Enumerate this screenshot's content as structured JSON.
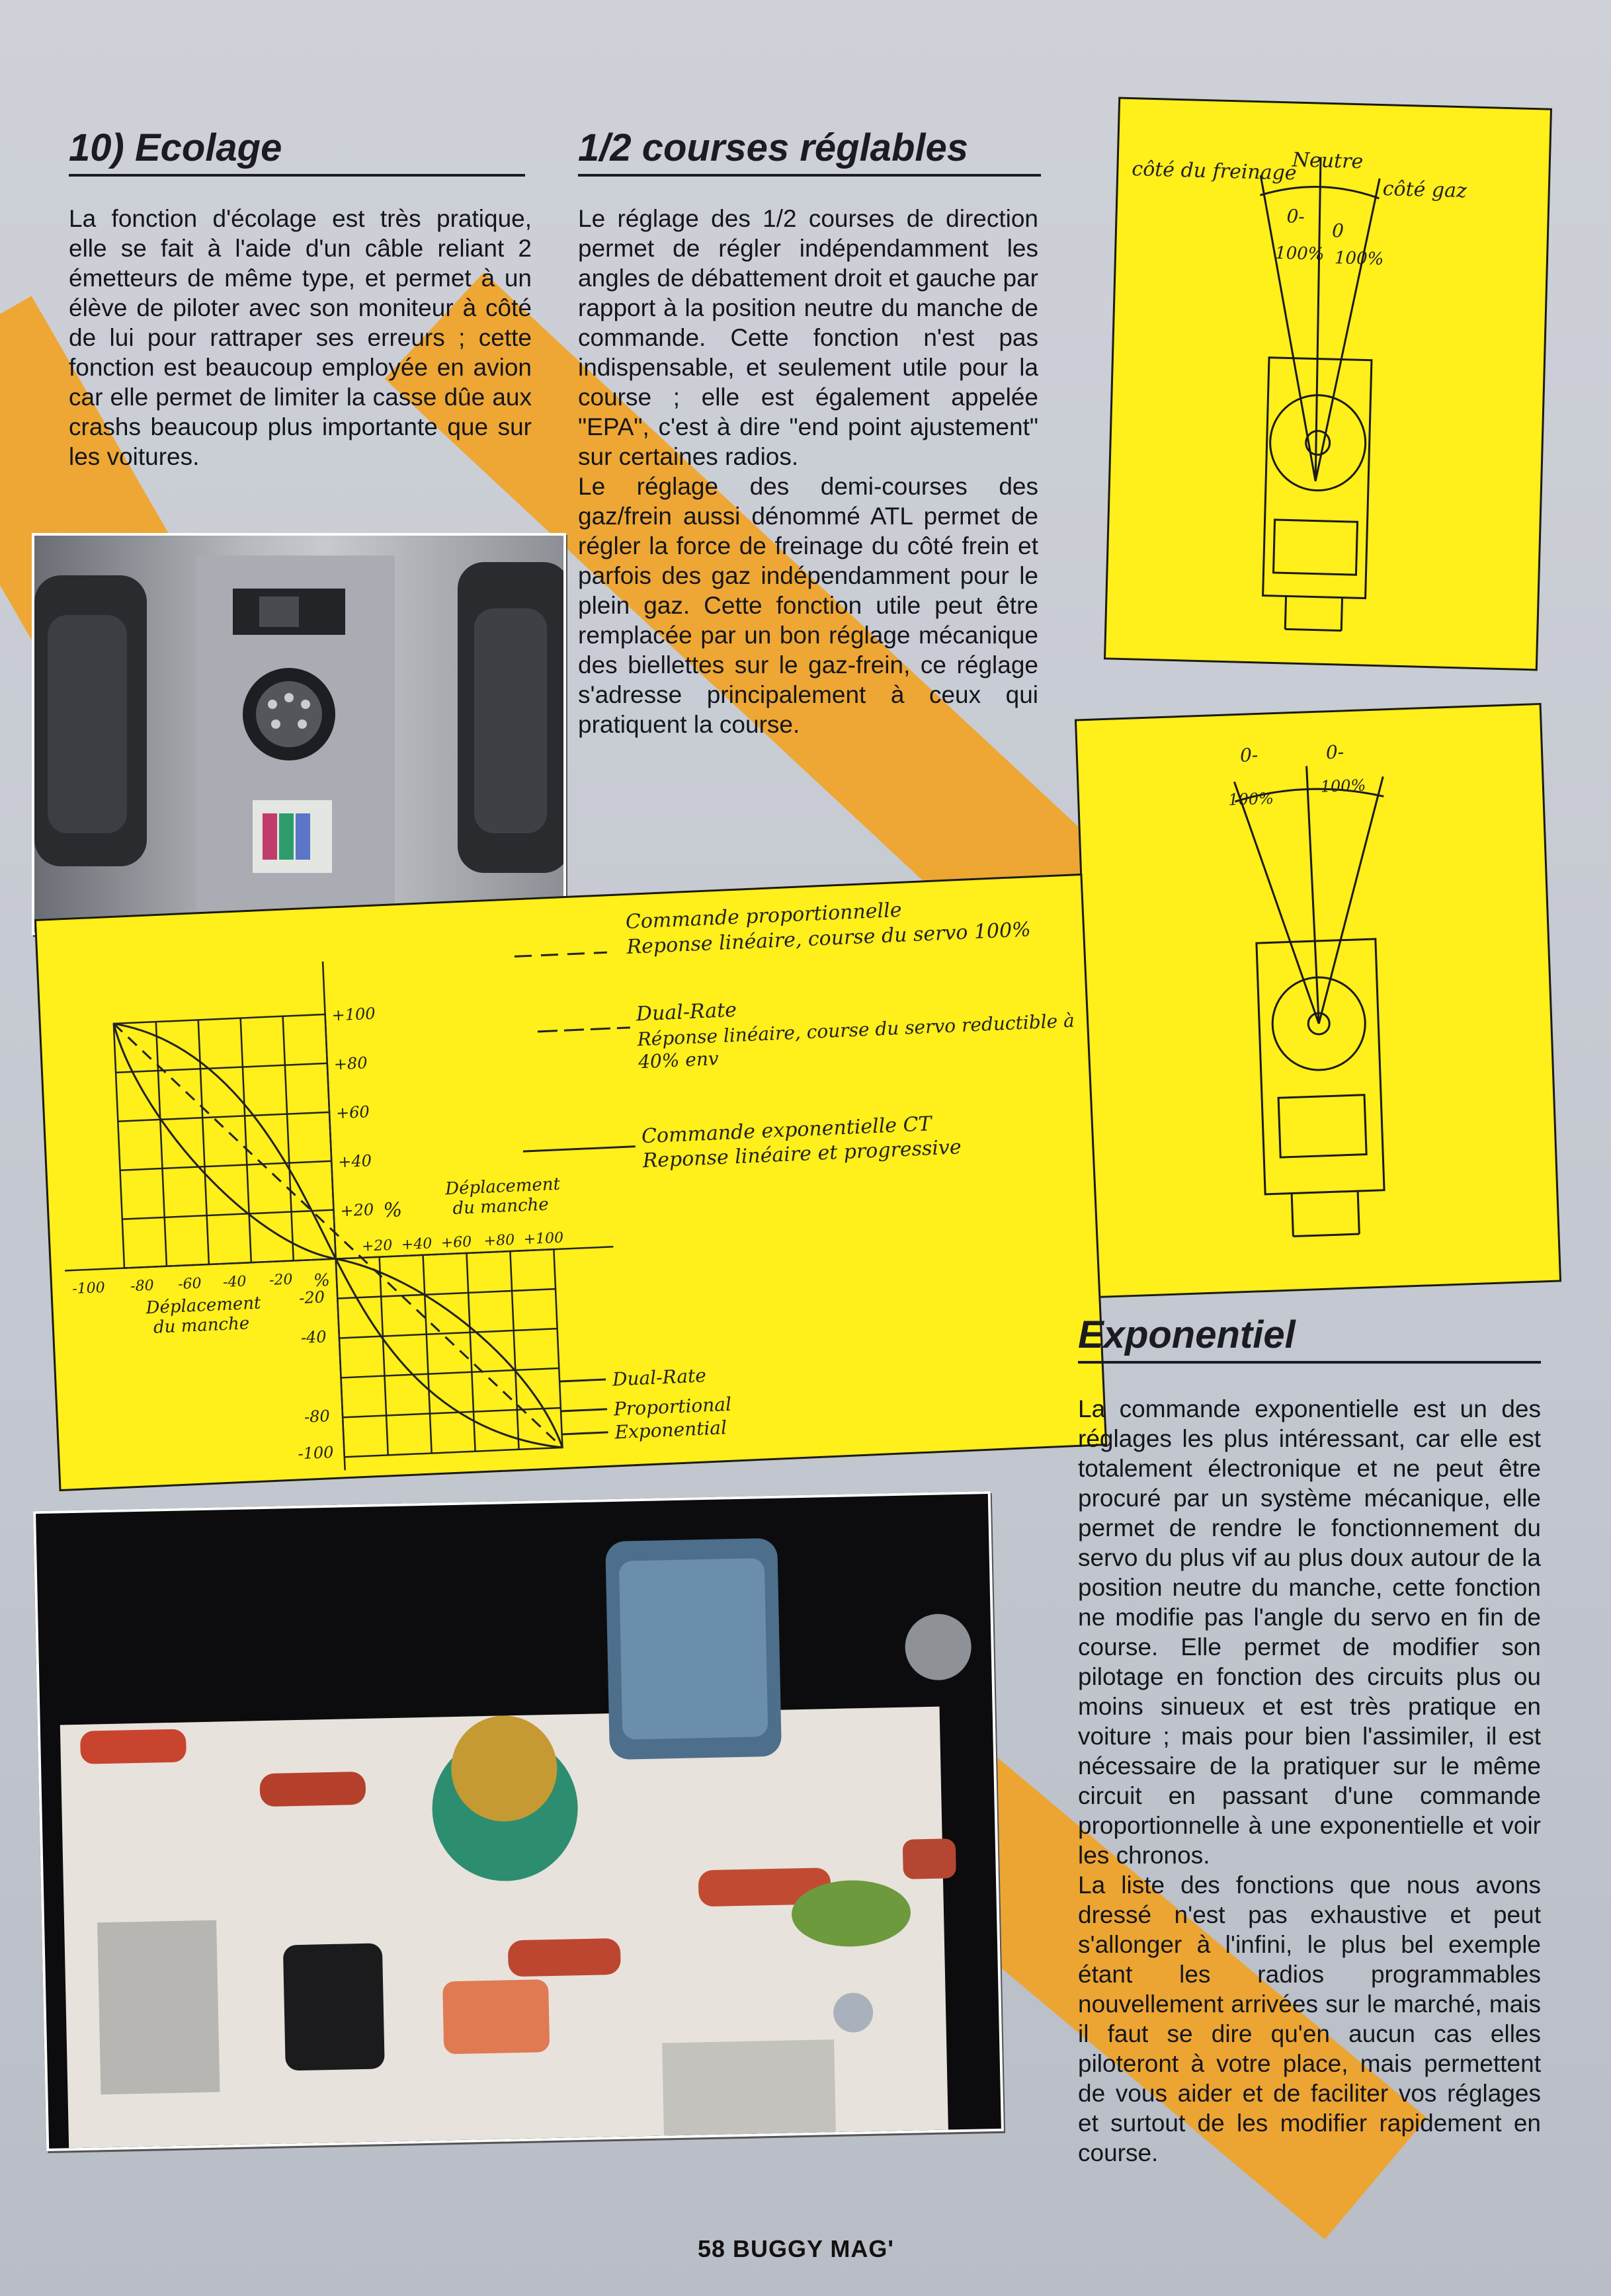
{
  "sections": {
    "ecolage": {
      "title": "10) Ecolage",
      "text": "La fonction d'écolage est très pratique, elle se fait à l'aide d'un câble reliant 2 émetteurs de même type, et permet à un élève de piloter avec son moniteur à côté de lui pour rattraper ses erreurs ; cette fonction est beaucoup employée en avion car elle permet de limiter la casse dûe aux crashs beaucoup plus importante que sur les voitures."
    },
    "courses": {
      "title": "1/2 courses réglables",
      "p1": "Le réglage des 1/2 courses de direction permet de régler indépendamment les angles de débattement droit et gauche par rapport à la position neutre du manche de commande. Cette fonction n'est pas indispensable, et seulement utile pour la course ; elle est également appelée \"EPA\", c'est à dire \"end point ajustement\" sur certaines radios.",
      "p2": "Le réglage des demi-courses des gaz/frein aussi dénommé ATL permet de régler la force de freinage du côté frein et parfois des gaz indépendamment pour le plein gaz. Cette fonction utile peut être remplacée par un bon réglage mécanique des biellettes sur le gaz-frein, ce réglage s'adresse principalement à ceux qui pratiquent la course."
    },
    "exponentiel": {
      "title": "Exponentiel",
      "p1": "La commande exponentielle est un des réglages les plus intéressant, car elle est totalement électronique et ne peut être procuré par un système mécanique, elle permet de rendre le fonctionnement du servo du plus vif au plus doux autour de la position neutre du manche, cette fonction ne modifie pas l'angle du servo en fin de course. Elle permet de modifier son pilotage en fonction des circuits plus ou moins sinueux et est très pratique en voiture ; mais pour bien l'assimiler, il est nécessaire de la pratiquer sur le même circuit en passant d'une commande proportionnelle à une exponentielle et voir les chronos.",
      "p2": "La liste des fonctions que nous avons dressé n'est pas exhaustive et peut s'allonger à l'infini, le plus bel exemple étant les radios programmables nouvellement arrivées sur le marché, mais il faut se dire qu'en aucun cas elles piloteront à votre place, mais permettent de vous aider et de faciliter vos réglages et surtout de les modifier rapidement en course."
    }
  },
  "servo_diagram_1": {
    "label_brake_side": "côté du freinage",
    "label_neutral": "Neutre",
    "label_gas_side": "côté gaz",
    "label_zero_left": "0-",
    "label_zero_right": "0",
    "label_100_left": "100%",
    "label_100_right": "100%"
  },
  "servo_diagram_2": {
    "label_zero_left": "0-",
    "label_zero_right": "0-",
    "label_100_left": "100%",
    "label_100_right": "100%"
  },
  "graph": {
    "legend": {
      "prop_1": "Commande proportionnelle",
      "prop_2": "Reponse linéaire, course du servo 100%",
      "dual_1": "Dual-Rate",
      "dual_2": "Réponse linéaire, course du servo reductible à",
      "dual_3": "40% env",
      "expo_1": "Commande exponentielle CT",
      "expo_2": "Reponse linéaire et progressive"
    },
    "y_ticks_pos": [
      "+100",
      "+80",
      "+60",
      "+40",
      "+20"
    ],
    "y_ticks_neg": [
      "-20",
      "-40",
      "-80",
      "-100"
    ],
    "x_ticks_neg": [
      "-100",
      "-80",
      "-60",
      "-40",
      "-20"
    ],
    "x_ticks_pos": [
      "+20",
      "+40",
      "+60",
      "+80",
      "+100"
    ],
    "percent_top": "%",
    "percent_bottom": "%",
    "disp_right_1": "Déplacement",
    "disp_right_2": "du manche",
    "disp_left_1": "Déplacement",
    "disp_left_2": "du manche",
    "curve_dual": "Dual-Rate",
    "curve_prop": "Proportional",
    "curve_expo": "Exponential"
  },
  "footer": {
    "caption": "58 BUGGY MAG'"
  },
  "colors": {
    "accent_orange": "#f4a018",
    "card_yellow": "#ffef1a",
    "text": "#15151c"
  }
}
